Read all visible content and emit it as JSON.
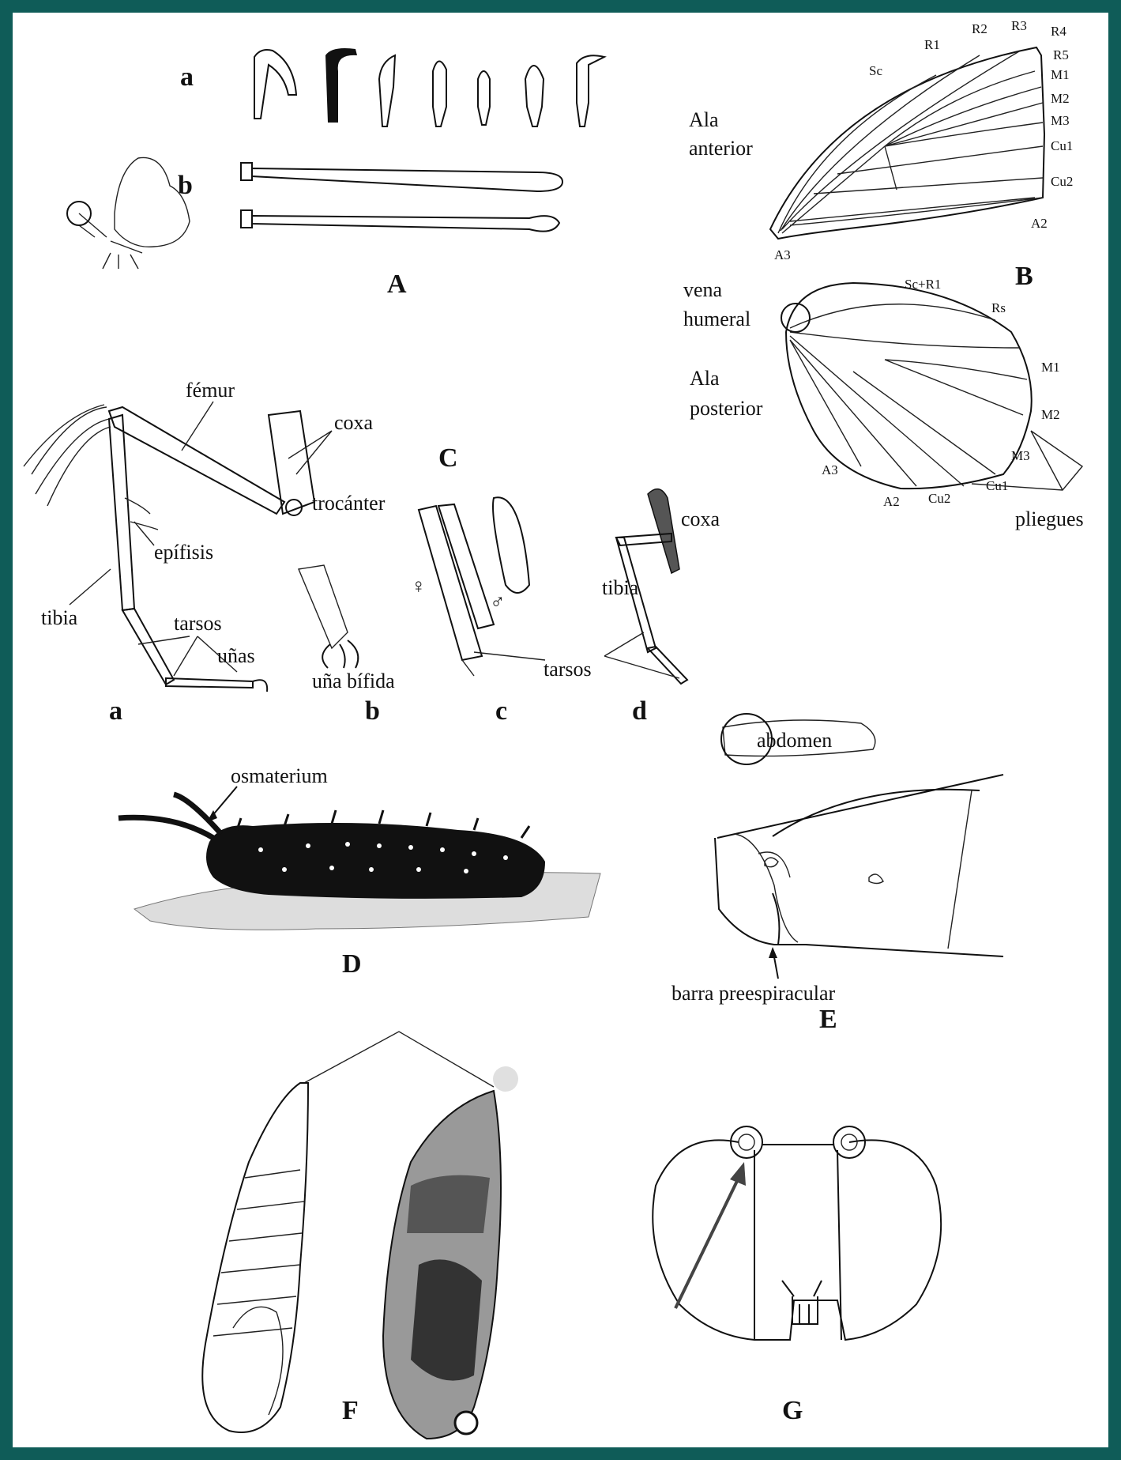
{
  "panels": {
    "A": {
      "letter": "A",
      "sub_a": "a",
      "sub_b": "b"
    },
    "B": {
      "letter": "B",
      "forewing_label": [
        "Ala",
        "anterior"
      ],
      "forewing_veins": [
        "Sc",
        "R1",
        "R2",
        "R3",
        "R4",
        "R5",
        "M1",
        "M2",
        "M3",
        "Cu1",
        "Cu2",
        "A2",
        "A3"
      ],
      "hindwing_label": [
        "Ala",
        "posterior"
      ],
      "humeral_label": [
        "vena",
        "humeral"
      ],
      "hindwing_veins": [
        "Sc+R1",
        "Rs",
        "M1",
        "M2",
        "M3",
        "Cu1",
        "Cu2",
        "A2",
        "A3"
      ],
      "folds_label": "pliegues"
    },
    "C": {
      "letter": "C",
      "femur": "fémur",
      "coxa": "coxa",
      "trochanter": "trocánter",
      "epiphysis": "epífisis",
      "tibia": "tibia",
      "tarsi": "tarsos",
      "claws": "uñas",
      "bifid_claw": "uña bífida",
      "female_symbol": "♀",
      "male_symbol": "♂",
      "coxa_d": "coxa",
      "tibia_d": "tibia",
      "tarsi_cd": "tarsos",
      "sub_a": "a",
      "sub_b": "b",
      "sub_c": "c",
      "sub_d": "d"
    },
    "D": {
      "letter": "D",
      "osmaterium": "osmaterium"
    },
    "E": {
      "letter": "E",
      "abdomen": "abdomen",
      "bar": "barra preespiracular"
    },
    "F": {
      "letter": "F"
    },
    "G": {
      "letter": "G"
    }
  },
  "colors": {
    "frame": "#0f5c58",
    "ink": "#111111"
  }
}
